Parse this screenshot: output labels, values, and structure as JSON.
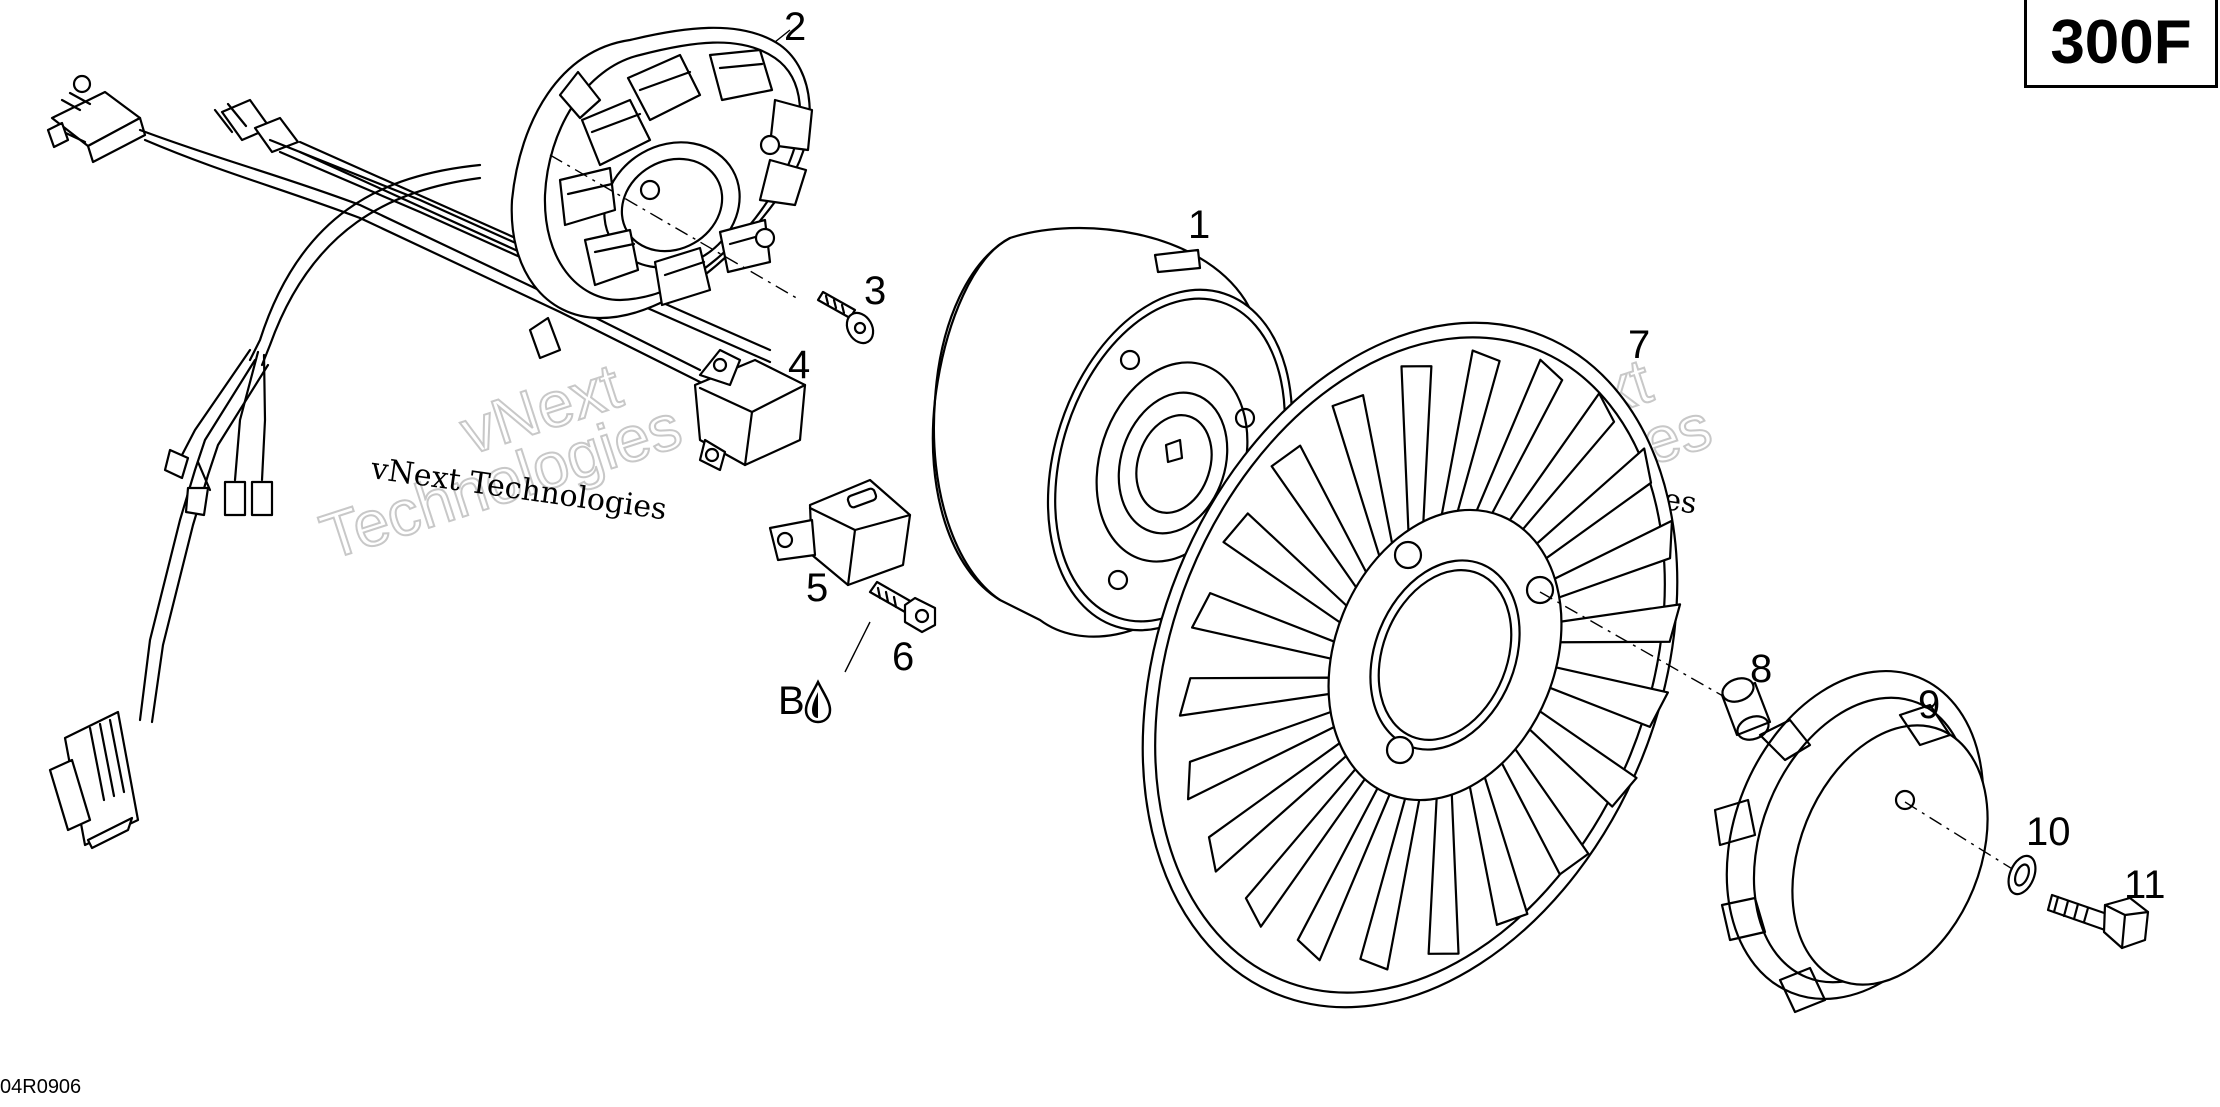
{
  "model_badge": "300F",
  "diagram_code": "04R0906",
  "watermark": {
    "small": "vNext Technologies",
    "large_line1": "vNext",
    "large_line2": "Technologies"
  },
  "callouts": [
    {
      "id": "1",
      "part": "flywheel"
    },
    {
      "id": "2",
      "part": "stator"
    },
    {
      "id": "3",
      "part": "stator-screw"
    },
    {
      "id": "4",
      "part": "trigger-coil-upper"
    },
    {
      "id": "5",
      "part": "trigger-coil-lower"
    },
    {
      "id": "6",
      "part": "trigger-coil-screw"
    },
    {
      "id": "7",
      "part": "fan"
    },
    {
      "id": "8",
      "part": "spacer"
    },
    {
      "id": "9",
      "part": "starting-pulley"
    },
    {
      "id": "10",
      "part": "washer"
    },
    {
      "id": "11",
      "part": "bolt"
    }
  ],
  "note": {
    "label": "B",
    "icon": "oil-drop-icon"
  }
}
